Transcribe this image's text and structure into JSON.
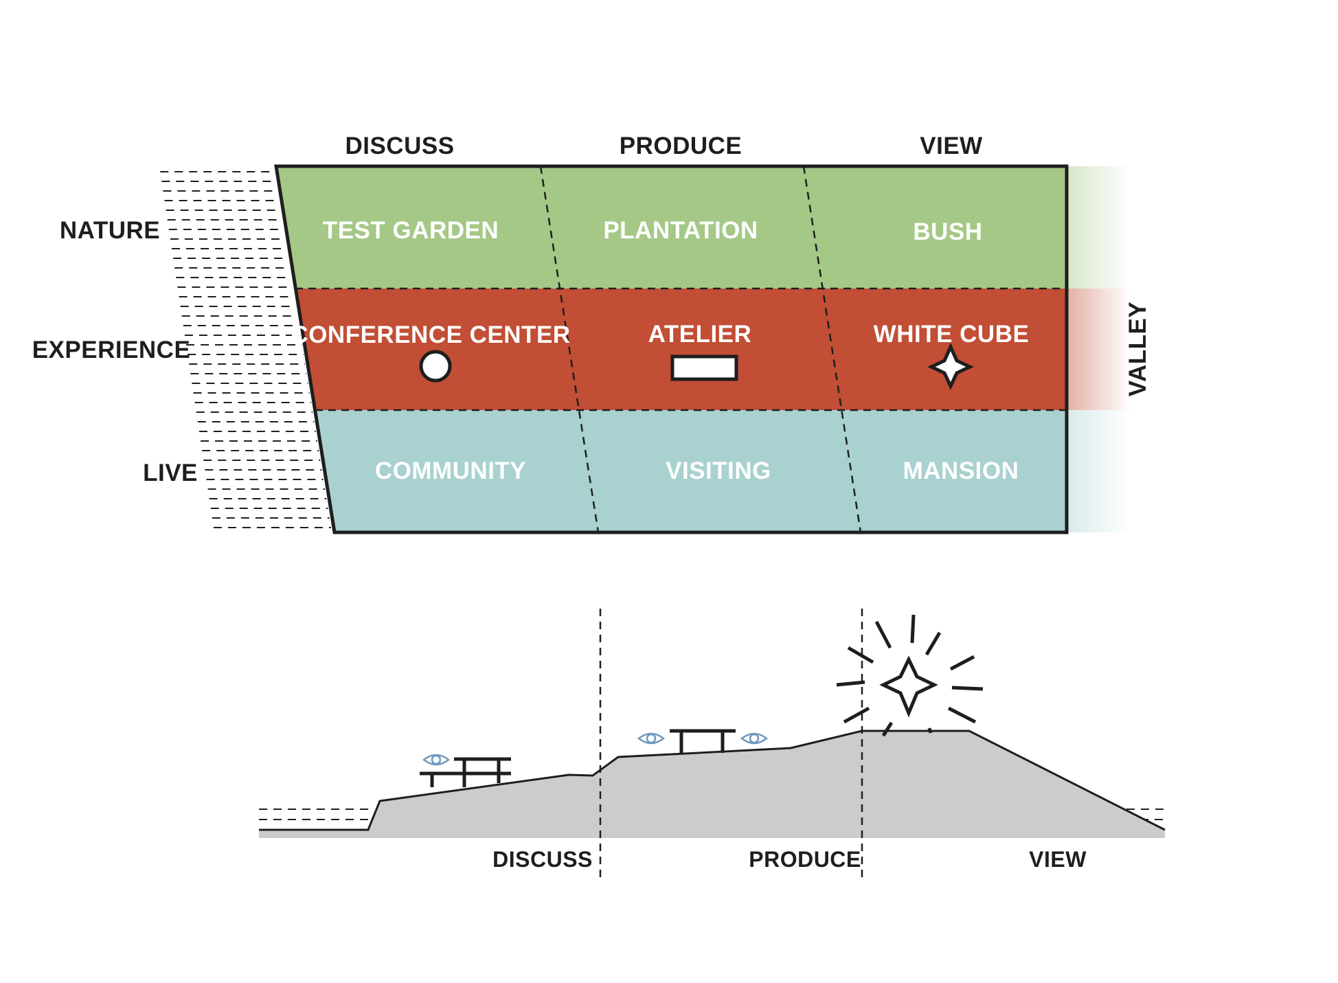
{
  "columns": [
    "DISCUSS",
    "PRODUCE",
    "VIEW"
  ],
  "rows": [
    "NATURE",
    "EXPERIENCE",
    "LIVE"
  ],
  "side_label": "VALLEY",
  "cells": [
    [
      "TEST GARDEN",
      "PLANTATION",
      "BUSH"
    ],
    [
      "CONFERENCE CENTER",
      "ATELIER",
      "WHITE CUBE"
    ],
    [
      "COMMUNITY",
      "VISITING",
      "MANSION"
    ]
  ],
  "section_labels": [
    "DISCUSS",
    "PRODUCE",
    "VIEW"
  ],
  "colors": {
    "nature": "#a5c887",
    "experience": "#c14e35",
    "live": "#a8d1cf",
    "ground": "#cccccc",
    "outline": "#1e1e1e",
    "eye": "#6f97bf"
  },
  "icons": {
    "conference": "circle-icon",
    "atelier": "rectangle-icon",
    "white_cube": "star-icon",
    "section_view": "sparkle-star-icon",
    "section_viewer": "eye-icon",
    "section_bench": "bench-icon"
  }
}
